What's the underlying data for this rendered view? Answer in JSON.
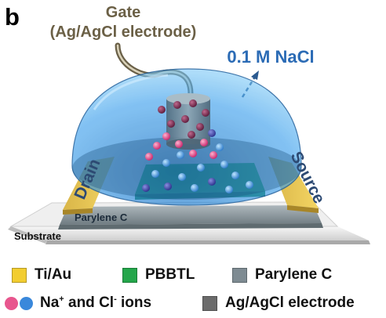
{
  "panel_label": "b",
  "gate_label_line1": "Gate",
  "gate_label_line2": "(Ag/AgCl electrode)",
  "electrolyte_label": "0.1 M NaCl",
  "drain_label": "Drain",
  "source_label": "Source",
  "parylene_label": "Parylene C",
  "substrate_label": "Substrate",
  "colors": {
    "tiau": "#f2cd30",
    "pbbtl": "#23a64a",
    "parylene": "#7e8b92",
    "na_ion": "#e8568e",
    "cl_ion": "#3a88db",
    "agcl": "#6b6b6b",
    "dome": "#2e8fe0",
    "label_text": "#2d4a73"
  },
  "legend": {
    "tiau": "Ti/Au",
    "pbbtl": "PBBTL",
    "parylene": "Parylene C",
    "ions_na": "Na",
    "ions_na_sup": "+",
    "ions_and": " and Cl",
    "ions_cl_sup": "-",
    "ions_tail": " ions",
    "electrode": "Ag/AgCl electrode"
  }
}
